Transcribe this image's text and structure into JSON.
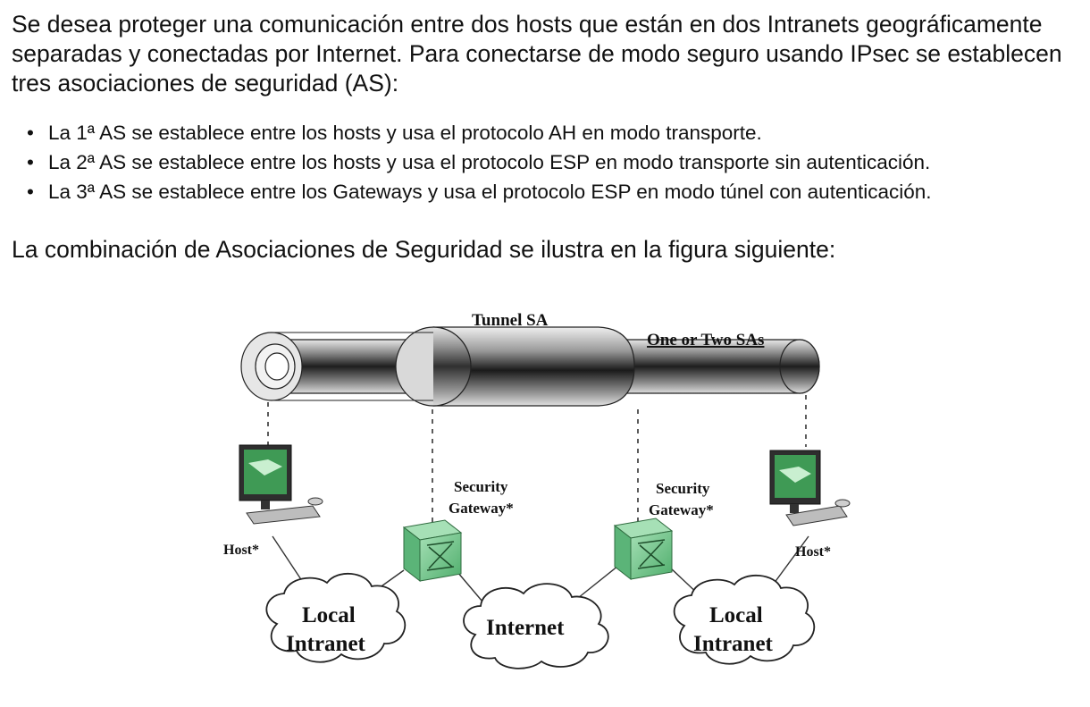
{
  "text": {
    "intro": "Se desea proteger una comunicación entre dos hosts que están en dos Intranets geográficamente separadas y conectadas por Internet. Para conectarse de modo seguro usando IPsec se establecen tres asociaciones de seguridad (AS):",
    "bullets": [
      "La 1ª AS se establece entre los hosts y usa el protocolo AH en modo transporte.",
      "La 2ª AS se establece entre los hosts y usa el protocolo ESP en modo transporte sin autenticación.",
      "La 3ª AS se establece entre los Gateways y usa el protocolo ESP en modo túnel con autenticación."
    ],
    "caption": "La combinación de Asociaciones de Seguridad se ilustra en la figura siguiente:"
  },
  "figure": {
    "tunnel_label": "Tunnel SA",
    "sas_label": "One or Two SAs",
    "host_left": "Host*",
    "host_right": "Host*",
    "gw_left_line1": "Security",
    "gw_left_line2": "Gateway*",
    "gw_right_line1": "Security",
    "gw_right_line2": "Gateway*",
    "cloud_left_line1": "Local",
    "cloud_left_line2": "Intranet",
    "cloud_mid": "Internet",
    "cloud_right_line1": "Local",
    "cloud_right_line2": "Intranet"
  },
  "colors": {
    "gateway_green": "#6fc38a",
    "monitor_green": "#3f9a55"
  }
}
